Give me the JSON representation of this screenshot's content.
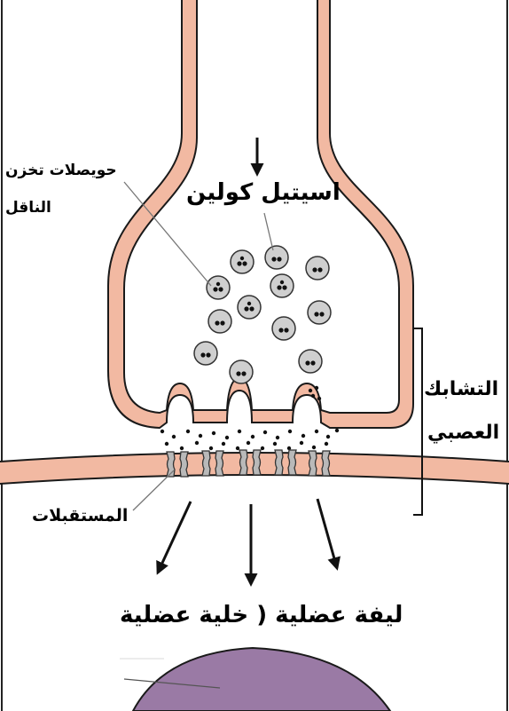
{
  "labels": {
    "acetylcholine": "اسيتيل كولين",
    "vesicles_line1": "حويصلات تخزن",
    "vesicles_line2": "الناقل",
    "synapse_line1": "التشابك",
    "synapse_line2": "العصبي",
    "receptors": "المستقبلات",
    "muscle_fiber": "ليفة عضلية ( خلية عضلية"
  },
  "colors": {
    "membrane_fill": "#f2b9a2",
    "membrane_outline": "#1a1a1a",
    "vesicle_fill": "#cfcfcf",
    "receptor_fill": "#b9b9b9",
    "muscle_cell_fill": "#9a7aa5",
    "text": "#000000"
  },
  "icons": {
    "vesicle": "vesicle-circle-icon",
    "receptor": "receptor-channel-icon",
    "arrow": "arrow-icon"
  }
}
